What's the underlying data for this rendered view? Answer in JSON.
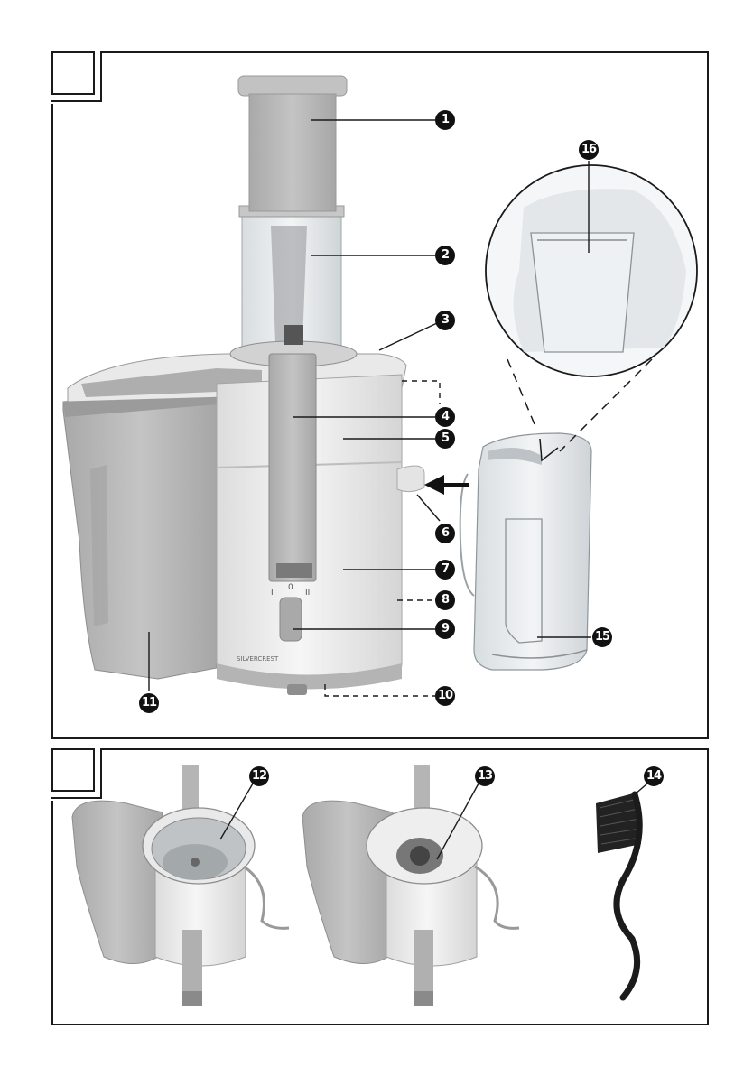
{
  "figure_a": {
    "callouts": [
      {
        "id": "1",
        "label": "1"
      },
      {
        "id": "2",
        "label": "2"
      },
      {
        "id": "3",
        "label": "3"
      },
      {
        "id": "4",
        "label": "4"
      },
      {
        "id": "5",
        "label": "5"
      },
      {
        "id": "6",
        "label": "6"
      },
      {
        "id": "7",
        "label": "7"
      },
      {
        "id": "8",
        "label": "8"
      },
      {
        "id": "9",
        "label": "9"
      },
      {
        "id": "10",
        "label": "10"
      },
      {
        "id": "11",
        "label": "11"
      },
      {
        "id": "15",
        "label": "15"
      },
      {
        "id": "16",
        "label": "16"
      }
    ],
    "switch_labels": {
      "left": "I",
      "middle": "0",
      "right": "II"
    },
    "brand": "SILVERCREST"
  },
  "figure_b": {
    "callouts": [
      {
        "id": "12",
        "label": "12"
      },
      {
        "id": "13",
        "label": "13"
      },
      {
        "id": "14",
        "label": "14"
      }
    ]
  },
  "colors": {
    "frame": "#1a1a1a",
    "appliance_grey": "#b9b9b9",
    "appliance_white": "#eeeeee",
    "badge": "#111111"
  }
}
